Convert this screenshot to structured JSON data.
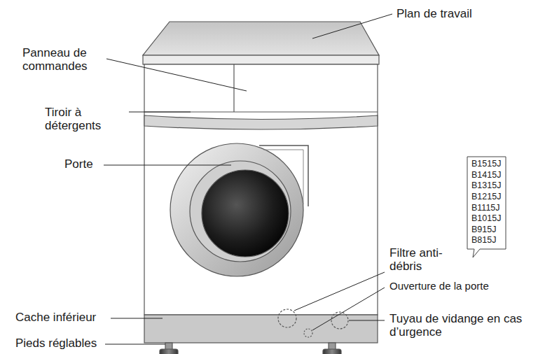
{
  "diagram": {
    "nodes": [
      {
        "text": [
          "B1515J",
          "B1415J",
          "B1315J",
          "B1215J",
          "B1115J",
          "B1015J",
          "B915J",
          "B815J"
        ]
      }
    ],
    "labels": [
      "Plan de travail",
      "Panneau de commandes",
      "Tiroir à détergents",
      "Porte",
      "Filtre anti- débris",
      "Ouverture de la porte",
      "Cache inférieur",
      "Pieds réglables",
      "Tuyau de vidange en cas d’urgence"
    ]
  }
}
